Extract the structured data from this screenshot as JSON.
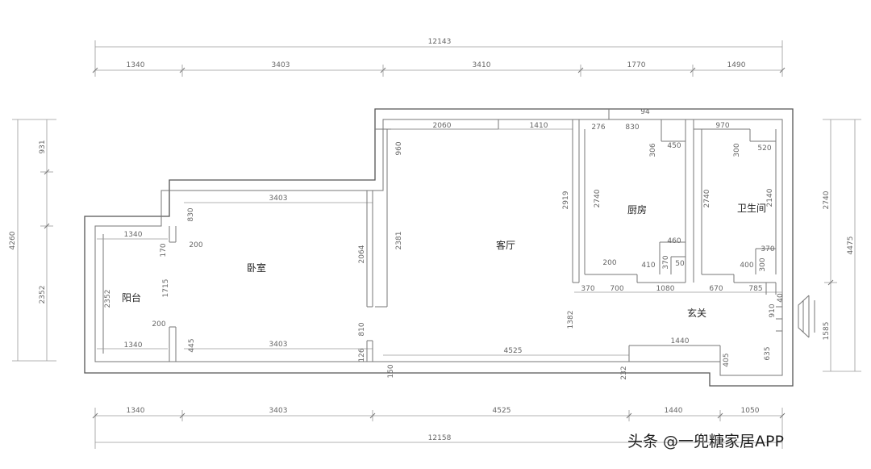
{
  "rooms": {
    "balcony": "阳台",
    "bedroom": "卧室",
    "living": "客厅",
    "kitchen": "厨房",
    "bathroom": "卫生间",
    "entrance": "玄关"
  },
  "dims": {
    "top_total": "12143",
    "top_1": "1340",
    "top_2": "3403",
    "top_3": "3410",
    "top_4": "1770",
    "top_5": "1490",
    "bottom_total": "12158",
    "bottom_1": "1340",
    "bottom_2": "3403",
    "bottom_3": "4525",
    "bottom_4": "1440",
    "bottom_5": "1050",
    "left_top": "931",
    "left_total": "4260",
    "left_bottom": "2352",
    "right_top": "2740",
    "right_total": "4475",
    "right_bottom": "1585",
    "balcony_top": "1340",
    "balcony_bottom": "1340",
    "balcony_h": "2352",
    "bal_170": "170",
    "bal_1715": "1715",
    "bal_200_top": "200",
    "bal_200_bottom": "200",
    "bal_445": "445",
    "bed_top": "3403",
    "bed_bottom": "3403",
    "bed_830": "830",
    "bed_2064": "2064",
    "bed_810": "810",
    "bed_126": "126",
    "liv_2060": "2060",
    "liv_1410": "1410",
    "liv_960": "960",
    "liv_2381": "2381",
    "liv_2919": "2919",
    "liv_1382": "1382",
    "liv_4525": "4525",
    "liv_150": "150",
    "liv_232": "232",
    "kit_94": "94",
    "kit_276": "276",
    "kit_830": "830",
    "kit_306": "306",
    "kit_450": "450",
    "kit_2740": "2740",
    "kit_200": "200",
    "kit_460": "460",
    "kit_410": "410",
    "kit_370": "370",
    "kit_50": "50",
    "bath_970": "970",
    "bath_300": "300",
    "bath_520": "520",
    "bath_2740": "2740",
    "bath_2140": "2140",
    "bath_370": "370",
    "bath_400": "400",
    "bath_300b": "300",
    "row_370": "370",
    "row_700": "700",
    "row_1080": "1080",
    "row_670": "670",
    "row_785": "785",
    "ent_40": "40",
    "ent_910": "910",
    "ent_1440": "1440",
    "ent_405": "405",
    "ent_635": "635"
  },
  "watermark": "头条 @一兜糖家居APP"
}
